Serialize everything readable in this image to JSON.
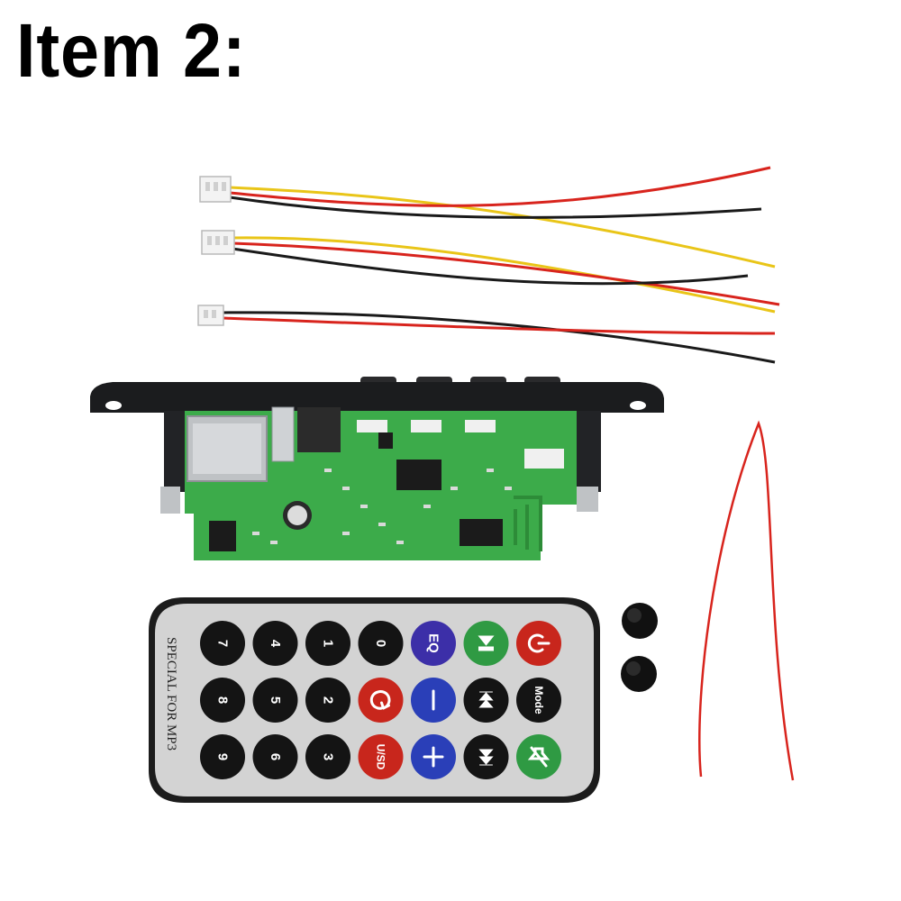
{
  "title": "Item 2:",
  "remote": {
    "label": "SPECIAL FOR MP3",
    "buttons": [
      {
        "row": 0,
        "col": 0,
        "text": "7",
        "color": "#141414"
      },
      {
        "row": 0,
        "col": 1,
        "text": "4",
        "color": "#141414"
      },
      {
        "row": 0,
        "col": 2,
        "text": "1",
        "color": "#141414"
      },
      {
        "row": 0,
        "col": 3,
        "text": "0",
        "color": "#141414"
      },
      {
        "row": 0,
        "col": 4,
        "text": "EQ",
        "color": "#3c2fa8"
      },
      {
        "row": 0,
        "col": 5,
        "text": "",
        "icon": "play-pause-icon",
        "color": "#2f9a43"
      },
      {
        "row": 0,
        "col": 6,
        "text": "",
        "icon": "power-icon",
        "color": "#c8261c"
      },
      {
        "row": 1,
        "col": 0,
        "text": "8",
        "color": "#141414"
      },
      {
        "row": 1,
        "col": 1,
        "text": "5",
        "color": "#141414"
      },
      {
        "row": 1,
        "col": 2,
        "text": "2",
        "color": "#141414"
      },
      {
        "row": 1,
        "col": 3,
        "text": "",
        "icon": "repeat-icon",
        "color": "#c8261c"
      },
      {
        "row": 1,
        "col": 4,
        "text": "",
        "icon": "minus-icon",
        "color": "#2a3fb8"
      },
      {
        "row": 1,
        "col": 5,
        "text": "",
        "icon": "previous-icon",
        "color": "#141414"
      },
      {
        "row": 1,
        "col": 6,
        "text": "Mode",
        "color": "#141414"
      },
      {
        "row": 2,
        "col": 0,
        "text": "9",
        "color": "#141414"
      },
      {
        "row": 2,
        "col": 1,
        "text": "6",
        "color": "#141414"
      },
      {
        "row": 2,
        "col": 2,
        "text": "3",
        "color": "#141414"
      },
      {
        "row": 2,
        "col": 3,
        "text": "U/SD",
        "color": "#c8261c"
      },
      {
        "row": 2,
        "col": 4,
        "text": "",
        "icon": "plus-icon",
        "color": "#2a3fb8"
      },
      {
        "row": 2,
        "col": 5,
        "text": "",
        "icon": "next-icon",
        "color": "#141414"
      },
      {
        "row": 2,
        "col": 6,
        "text": "",
        "icon": "mute-icon",
        "color": "#2f9a43"
      }
    ]
  },
  "colors": {
    "pcb": "#3cab4a",
    "bezel": "#1b1c1e",
    "wire_red": "#d8241d",
    "wire_yellow": "#e9c518",
    "wire_black": "#1a1a1a"
  }
}
